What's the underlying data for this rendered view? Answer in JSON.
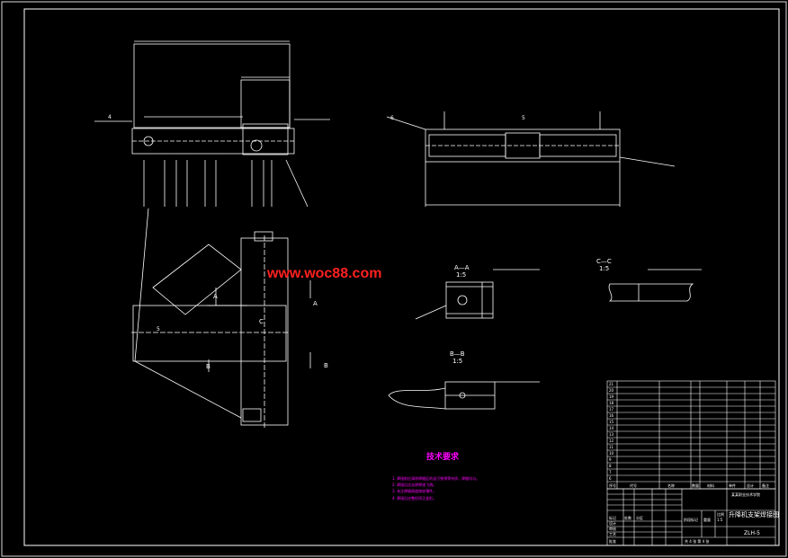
{
  "watermark": "www.woc88.com",
  "section_labels": {
    "aa": "A—A",
    "aa_scale": "1:5",
    "bb": "B—B",
    "bb_scale": "1:5",
    "cc": "C—C",
    "cc_scale": "1:5"
  },
  "view_markers": {
    "a": "A",
    "b": "B",
    "c": "C"
  },
  "tech_requirements": {
    "title": "技术要求",
    "items": [
      "1. 焊接前应清除焊缝区的油污铁锈等杂质，焊缝均匀。",
      "2. 焊接后应去除焊渣飞溅。",
      "3. 未注焊缝高度按较薄件。",
      "4. 焊接后应整形矫正变形。"
    ]
  },
  "parts_list": {
    "numbers": [
      "21",
      "20",
      "19",
      "18",
      "17",
      "16",
      "15",
      "14",
      "13",
      "12",
      "11",
      "10",
      "9",
      "8",
      "7",
      "6"
    ],
    "header": [
      "序号",
      "代号",
      "名称",
      "数量",
      "材料",
      "单件",
      "总计",
      "备注"
    ]
  },
  "title_block": {
    "drawing_title": "升降机支架焊接图",
    "school": "某某职业技术学院",
    "drawing_no": "ZLH-5",
    "sheet_info": "共 4 张  第 4 张",
    "scale": "1:5",
    "row_labels": [
      "标记",
      "处数",
      "分区",
      "更改文件号",
      "签名",
      "年月日"
    ],
    "role_labels": [
      "设计",
      "审核",
      "工艺",
      "批准"
    ],
    "cells": [
      "阶段标记",
      "重量",
      "比例"
    ]
  },
  "weld_symbols": [
    "5",
    "6",
    "4"
  ]
}
